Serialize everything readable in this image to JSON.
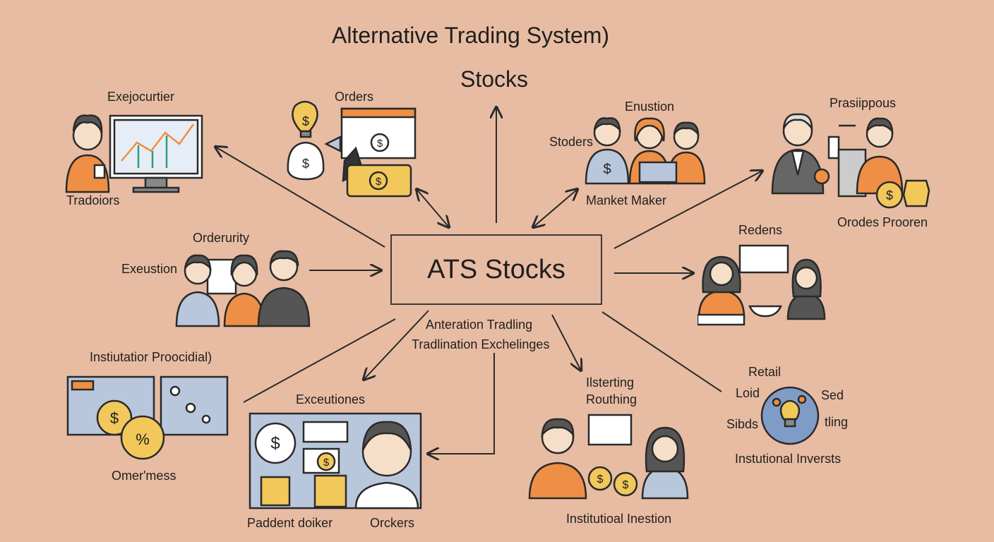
{
  "title": {
    "line1": "Alternative Trading System)",
    "line2": "Stocks"
  },
  "center": {
    "label": "ATS Stocks",
    "sub1": "Anteration Tradling",
    "sub2": "Tradlination Exchelinges"
  },
  "nodes": {
    "top_left": {
      "title": "Exejocurtier",
      "label": "Tradoiors"
    },
    "orders": {
      "label": "Orders"
    },
    "market_maker": {
      "top": "Enustion",
      "left": "Stoders",
      "label": "Manket Maker"
    },
    "top_right": {
      "title": "Prasiippous",
      "label": "Orodes Prooren"
    },
    "mid_left": {
      "title": "Orderurity",
      "left": "Exeustion"
    },
    "mid_right": {
      "title": "Redens"
    },
    "bottom_left": {
      "title": "Instiutatior Proocidial)",
      "label": "Omer'mess"
    },
    "bottom_center": {
      "title": "Exceutiones",
      "label_left": "Paddent doiker",
      "label_right": "Orckers"
    },
    "bottom_mid": {
      "title1": "Ilsterting",
      "title2": "Routhing",
      "label": "Institutioal Inestion"
    },
    "bottom_right": {
      "title": "Retail",
      "tl": "Loid",
      "tr": "Sed",
      "bl": "Sibds",
      "br": "tling",
      "label": "Instutional Inversts"
    }
  },
  "colors": {
    "background": "#e8bca3",
    "accent_orange": "#ef8f45",
    "coin_yellow": "#f2c85b",
    "panel_blue": "#b9c7dd",
    "line_dark": "#2a2a2a"
  }
}
